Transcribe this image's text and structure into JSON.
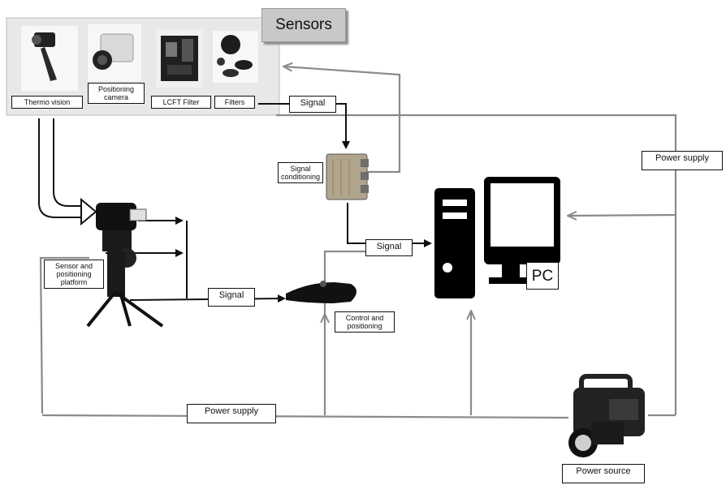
{
  "header": {
    "title": "Sensors"
  },
  "sensors": [
    {
      "label": "Thermo vision",
      "icon": "thermal-camera-icon"
    },
    {
      "label": "Positioning camera",
      "icon": "positioning-camera-icon"
    },
    {
      "label": "LCFT Filter",
      "icon": "lcft-filter-icon"
    },
    {
      "label": "Filters",
      "icon": "filters-icon"
    }
  ],
  "blocks": {
    "signal_conditioning": "Signal conditioning",
    "pc": "PC",
    "platform": "Sensor and positioning platform",
    "control": "Control and positioning",
    "power_source": "Power source"
  },
  "connections": {
    "signal_1": "Signal",
    "signal_2": "Signal",
    "signal_3": "Signal",
    "power_right": "Power supply",
    "power_bottom": "Power supply"
  },
  "colors": {
    "panel": "#e8e8e8",
    "tab": "#c8c8c8",
    "power_line": "#8a8a8a",
    "signal_line": "#111111"
  }
}
